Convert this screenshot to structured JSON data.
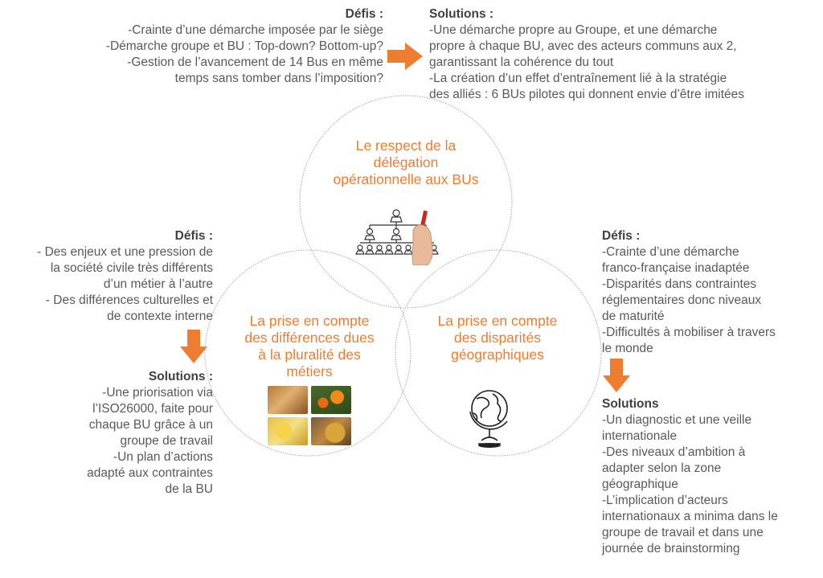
{
  "colors": {
    "accent": "#ed7d31",
    "text": "#595959",
    "circle": "#a6a6a6"
  },
  "top_left": {
    "title": "Défis :",
    "lines": [
      "-Crainte  d’une démarche imposée par le siège",
      "-Démarche groupe et BU : Top-down? Bottom-up?",
      "-Gestion de l’avancement de 14 Bus en même",
      "temps sans tomber dans l’imposition?"
    ]
  },
  "top_right": {
    "title": "Solutions :",
    "lines": [
      "-Une démarche propre au Groupe, et une démarche",
      "propre à chaque BU, avec des acteurs communs aux 2,",
      "garantissant la cohérence du tout",
      "-La création d’un effet d’entraînement lié à la stratégie",
      "des alliés : 6 BUs pilotes qui donnent envie d’être imitées"
    ]
  },
  "mid_left": {
    "title": "Défis :",
    "lines": [
      "- Des enjeux et une pression de",
      "la société civile très différents",
      "d’un métier à l’autre",
      "- Des différences culturelles et",
      "de contexte interne"
    ]
  },
  "bottom_left": {
    "title": "Solutions :",
    "lines": [
      "-Une priorisation via",
      "l’ISO26000, faite pour",
      "chaque BU grâce à un",
      "groupe de travail",
      "-Un plan d’actions",
      "adapté aux contraintes",
      "de la BU"
    ]
  },
  "mid_right": {
    "title": "Défis :",
    "lines": [
      "-Crainte d’une démarche",
      "franco-française inadaptée",
      "-Disparités dans contraintes",
      "réglementaires donc niveaux",
      "de maturité",
      "-Difficultés à mobiliser à travers",
      "le monde"
    ]
  },
  "bottom_right": {
    "title": "Solutions",
    "lines": [
      "-Un diagnostic et une veille",
      "internationale",
      "-Des niveaux d’ambition à",
      "adapter selon la zone",
      "géographique",
      "-L’implication d’acteurs",
      "internationaux a minima dans le",
      "groupe de travail et dans une",
      "journée de brainstorming"
    ]
  },
  "circles": {
    "top": [
      "Le respect de la",
      "délégation",
      "opérationnelle aux BUs"
    ],
    "left": [
      "La prise en compte",
      "des différences dues",
      "à la pluralité des",
      "métiers"
    ],
    "right": [
      "La prise en compte",
      "des disparités",
      "géographiques"
    ]
  },
  "icons": {
    "arrow": "arrow-icon",
    "org_chart": "org-chart-icon",
    "globe": "globe-icon",
    "photos": "food-photos-icon"
  }
}
